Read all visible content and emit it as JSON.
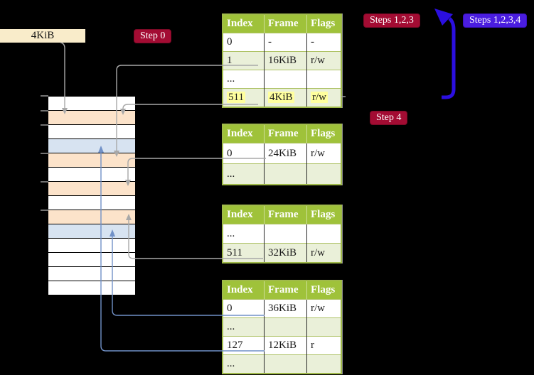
{
  "palette": {
    "background": "#000000",
    "table_header_bg": "#9fc23a",
    "table_row_alt_bg": "#eaf0d9",
    "table_border": "#a0ba4a",
    "highlight_yellow": "#ffff9e",
    "label_bg": "#f9ecca",
    "badge_red_bg": "#a30c33",
    "badge_violet_bg": "#4a1de0",
    "arrow_gray": "#a8a8a8",
    "arrow_blue_thin": "#7191c7",
    "arrow_blue_thick": "#2b0fe0",
    "mem_white": "#ffffff",
    "mem_orange": "#fce3ca",
    "mem_blue": "#d7e3f1"
  },
  "labels": {
    "page_size_label": "4KiB"
  },
  "badges": {
    "step0": "Step 0",
    "steps123": "Steps 1,2,3",
    "steps1234": "Steps 1,2,3,4",
    "step4": "Step 4"
  },
  "page_tables": [
    {
      "name": "page-table-1",
      "headers": [
        "Index",
        "Frame",
        "Flags"
      ],
      "rows": [
        {
          "cells": [
            "0",
            "-",
            "-"
          ],
          "shaded": false,
          "highlighted": false
        },
        {
          "cells": [
            "1",
            "16KiB",
            "r/w"
          ],
          "shaded": true,
          "highlighted": false
        },
        {
          "cells": [
            "...",
            "",
            ""
          ],
          "shaded": false,
          "highlighted": false
        },
        {
          "cells": [
            "511",
            "4KiB",
            "r/w"
          ],
          "shaded": true,
          "highlighted": true
        }
      ]
    },
    {
      "name": "page-table-2",
      "headers": [
        "Index",
        "Frame",
        "Flags"
      ],
      "rows": [
        {
          "cells": [
            "0",
            "24KiB",
            "r/w"
          ],
          "shaded": false,
          "highlighted": false
        },
        {
          "cells": [
            "...",
            "",
            ""
          ],
          "shaded": true,
          "highlighted": false
        }
      ]
    },
    {
      "name": "page-table-3",
      "headers": [
        "Index",
        "Frame",
        "Flags"
      ],
      "rows": [
        {
          "cells": [
            "...",
            "",
            ""
          ],
          "shaded": false,
          "highlighted": false
        },
        {
          "cells": [
            "511",
            "32KiB",
            "r/w"
          ],
          "shaded": true,
          "highlighted": false
        }
      ]
    },
    {
      "name": "page-table-4",
      "headers": [
        "Index",
        "Frame",
        "Flags"
      ],
      "rows": [
        {
          "cells": [
            "0",
            "36KiB",
            "r/w"
          ],
          "shaded": false,
          "highlighted": false
        },
        {
          "cells": [
            "...",
            "",
            ""
          ],
          "shaded": true,
          "highlighted": false
        },
        {
          "cells": [
            "127",
            "12KiB",
            "r"
          ],
          "shaded": false,
          "highlighted": false
        },
        {
          "cells": [
            "...",
            "",
            ""
          ],
          "shaded": true,
          "highlighted": false
        }
      ]
    }
  ],
  "memory_strip": {
    "rows": [
      "white",
      "orange",
      "white",
      "blue",
      "orange",
      "white",
      "orange",
      "white",
      "orange",
      "blue",
      "white",
      "white",
      "white",
      "white"
    ]
  }
}
